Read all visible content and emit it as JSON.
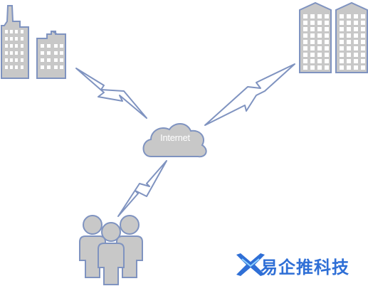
{
  "diagram": {
    "cloud_label": "Internet",
    "nodes": [
      {
        "id": "left-buildings",
        "icon": "office-buildings-icon"
      },
      {
        "id": "right-buildings",
        "icon": "tall-buildings-icon"
      },
      {
        "id": "cloud",
        "icon": "cloud-icon"
      },
      {
        "id": "users",
        "icon": "people-group-icon"
      }
    ],
    "connections": [
      {
        "from": "left-buildings",
        "to": "cloud",
        "style": "lightning"
      },
      {
        "from": "right-buildings",
        "to": "cloud",
        "style": "lightning"
      },
      {
        "from": "users",
        "to": "cloud",
        "style": "lightning"
      }
    ]
  },
  "watermark": {
    "text": "易企推科技",
    "icon": "brand-logo-icon",
    "color": "#2f6fd6"
  },
  "colors": {
    "fill": "#c8c8c8",
    "stroke": "#7f93c0",
    "window": "#ffffff"
  }
}
